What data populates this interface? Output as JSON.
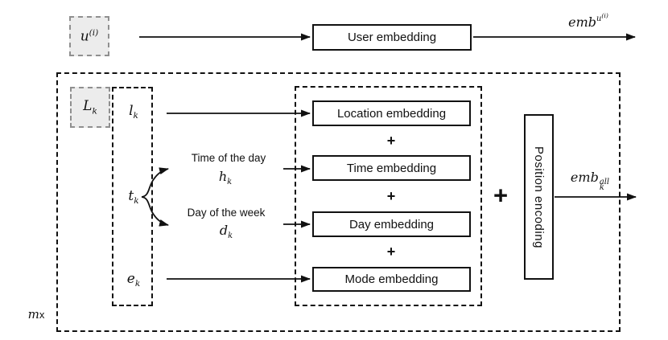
{
  "figure": {
    "top_row": {
      "input": {
        "base": "u",
        "sup": "(i)"
      },
      "embedding_box": "User embedding",
      "output": {
        "base": "emb",
        "sup_base": "u",
        "sup_sup": "(i)"
      }
    },
    "sequence_block": {
      "repeat_label": {
        "m": "m",
        "times": "x"
      },
      "step_input": {
        "base": "L",
        "sub": "k"
      },
      "features": {
        "location": {
          "base": "l",
          "sub": "k"
        },
        "time": {
          "base": "t",
          "sub": "k"
        },
        "mode": {
          "base": "e",
          "sub": "k"
        }
      },
      "time_split": {
        "hour_label": "Time of the day",
        "hour_var": {
          "base": "h",
          "sub": "k"
        },
        "day_label": "Day of the week",
        "day_var": {
          "base": "d",
          "sub": "k"
        }
      },
      "embedding_boxes": [
        "Location embedding",
        "Time embedding",
        "Day embedding",
        "Mode embedding"
      ],
      "plus_small": "+",
      "plus_big": "+",
      "position_encoding": "Position encoding",
      "output": {
        "base": "emb",
        "sub": "k",
        "sup": "all"
      }
    },
    "colors": {
      "line": "#111111",
      "grey_fill": "#ececec",
      "grey_border": "#8f8f8f"
    }
  }
}
